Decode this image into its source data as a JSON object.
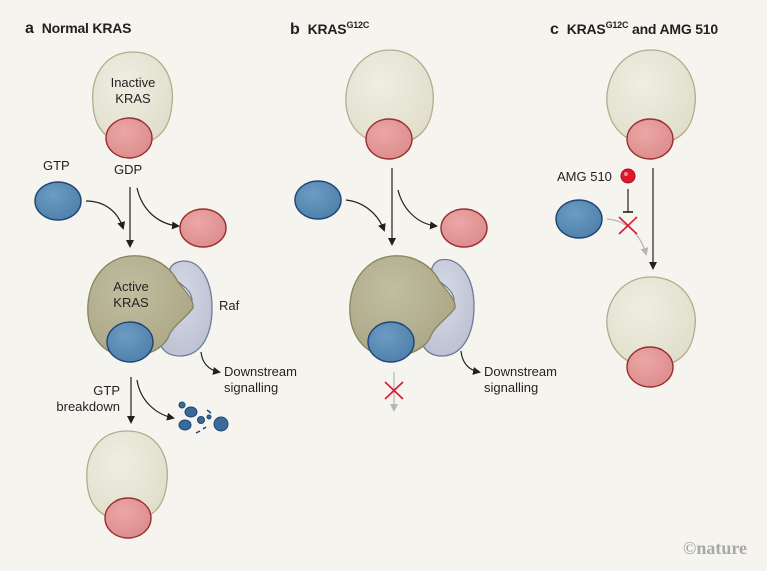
{
  "panels": [
    {
      "letter": "a",
      "title": "Normal KRAS",
      "superscript": ""
    },
    {
      "letter": "b",
      "title": "KRAS",
      "superscript": "G12C"
    },
    {
      "letter": "c",
      "title": "KRAS",
      "superscript": "G12C",
      "title_suffix": " and AMG 510"
    }
  ],
  "labels": {
    "inactive_kras": "Inactive\nKRAS",
    "gtp": "GTP",
    "gdp": "GDP",
    "active_kras": "Active\nKRAS",
    "raf": "Raf",
    "downstream_a": "Downstream\nsignalling",
    "downstream_b": "Downstream\nsignalling",
    "gtp_breakdown": "GTP\nbreakdown",
    "amg510": "AMG 510"
  },
  "credit": "©nature",
  "colors": {
    "background": "#f6f4ee",
    "inactive_kras": "#e6e4d6",
    "active_kras": "#b7b494",
    "gdp": "#e49a9a",
    "gtp": "#5b8db5",
    "raf": "#c8ccdb",
    "inhibitor": "#e0162b",
    "block_x": "#e0162b"
  }
}
